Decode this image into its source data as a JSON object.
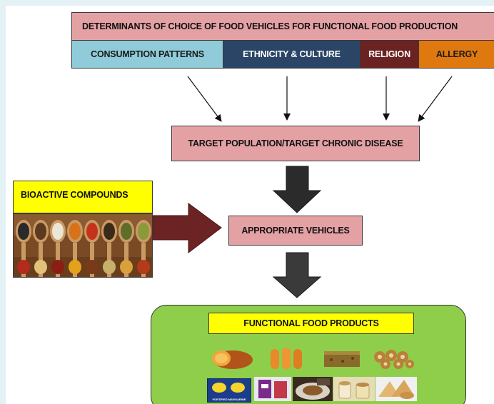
{
  "header": {
    "title": "DETERMINANTS OF CHOICE OF FOOD VEHICLES FOR FUNCTIONAL FOOD PRODUCTION",
    "determinants": [
      {
        "label": "CONSUMPTION PATTERNS",
        "color": "#8fcbd8",
        "text_color": "#1a1a1a"
      },
      {
        "label": "ETHNICITY & CULTURE",
        "color": "#2a4566",
        "text_color": "#ffffff"
      },
      {
        "label": "RELIGION",
        "color": "#6b2322",
        "text_color": "#ffffff"
      },
      {
        "label": "ALLERGY",
        "color": "#e07810",
        "text_color": "#1a1a1a"
      }
    ]
  },
  "target_box": {
    "label": "TARGET POPULATION/TARGET CHRONIC DISEASE"
  },
  "vehicles_box": {
    "label": "APPROPRIATE VEHICLES"
  },
  "bioactive": {
    "label": "BIOACTIVE COMPOUNDS",
    "image": "spice-spoons-image"
  },
  "products": {
    "label": "FUNCTIONAL FOOD PRODUCTS",
    "package_text": "FORTIFIED MARGARINE",
    "images": [
      "sweet-potato-image",
      "carrots-image",
      "granola-bar-image",
      "donuts-image",
      "margarine-tub-image",
      "packaged-snack-image",
      "plated-dish-image",
      "beverage-cups-image",
      "cookies-image"
    ]
  },
  "colors": {
    "pink_box": "#e4a1a4",
    "big_arrow_dark": "#2b2b2b",
    "side_arrow": "#6b2323",
    "products_panel": "#8fce4a",
    "label_yellow": "#ffff00"
  }
}
